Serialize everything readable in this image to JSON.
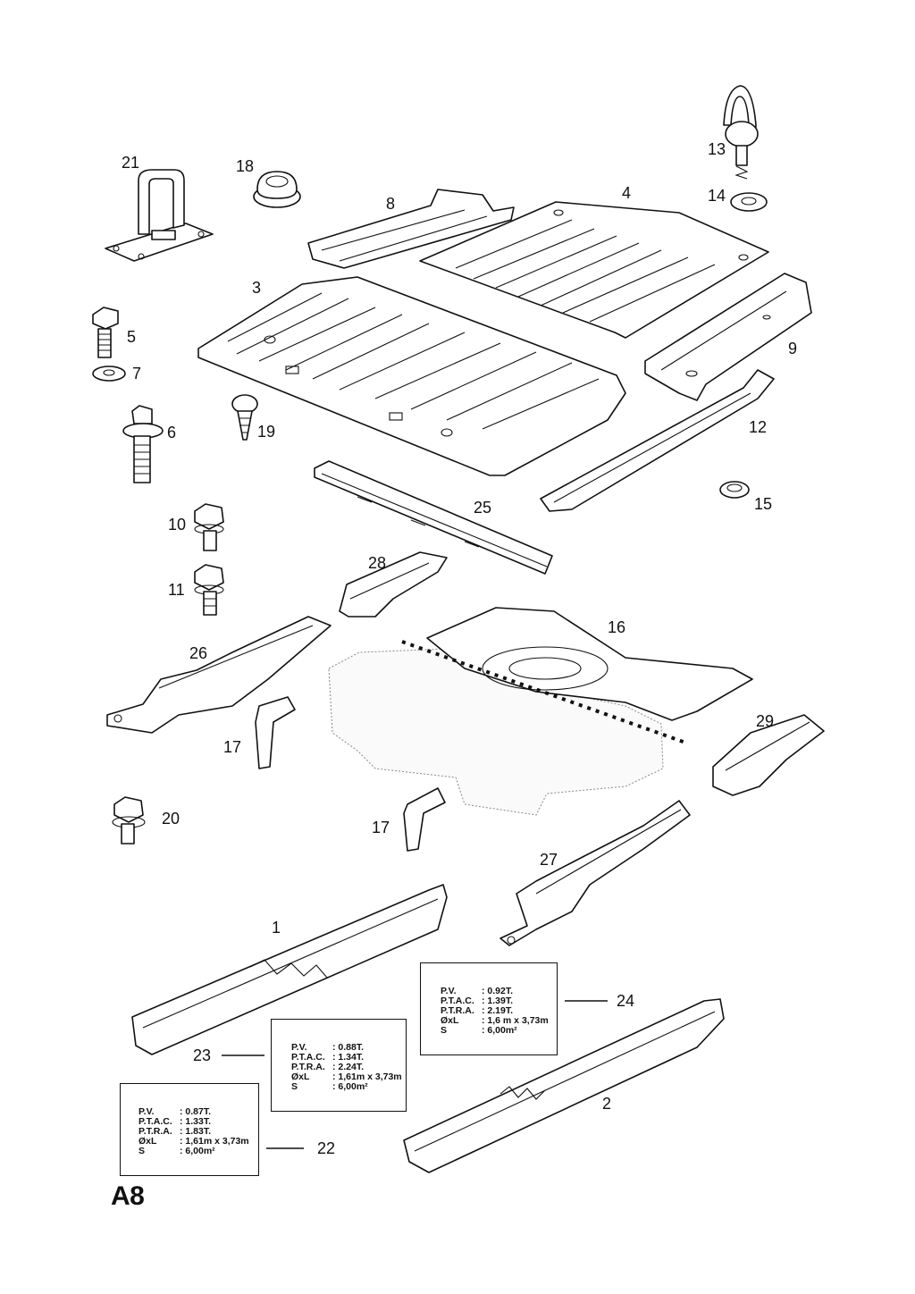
{
  "page_label": "A8",
  "callouts": {
    "c1": "1",
    "c2": "2",
    "c3": "3",
    "c4": "4",
    "c5": "5",
    "c6": "6",
    "c7": "7",
    "c8": "8",
    "c9": "9",
    "c10": "10",
    "c11": "11",
    "c12": "12",
    "c13": "13",
    "c14": "14",
    "c15": "15",
    "c16": "16",
    "c17a": "17",
    "c17b": "17",
    "c18": "18",
    "c19": "19",
    "c20": "20",
    "c21": "21",
    "c22": "22",
    "c23": "23",
    "c24": "24",
    "c25": "25",
    "c26": "26",
    "c27": "27",
    "c28": "28",
    "c29": "29"
  },
  "plates": {
    "p22": {
      "rows": [
        {
          "k": "P.V.",
          "v": ": 0.87T."
        },
        {
          "k": "P.T.A.C.",
          "v": ": 1.33T."
        },
        {
          "k": "P.T.R.A.",
          "v": ": 1.83T."
        },
        {
          "k": "ØxL",
          "v": ": 1,61m x 3,73m"
        },
        {
          "k": "S",
          "v": ": 6,00m²"
        }
      ]
    },
    "p23": {
      "rows": [
        {
          "k": "P.V.",
          "v": ": 0.88T."
        },
        {
          "k": "P.T.A.C.",
          "v": ": 1.34T."
        },
        {
          "k": "P.T.R.A.",
          "v": ": 2.24T."
        },
        {
          "k": "ØxL",
          "v": ": 1,61m x 3,73m"
        },
        {
          "k": "S",
          "v": ": 6,00m²"
        }
      ]
    },
    "p24": {
      "rows": [
        {
          "k": "P.V.",
          "v": ": 0.92T."
        },
        {
          "k": "P.T.A.C.",
          "v": ": 1.39T."
        },
        {
          "k": "P.T.R.A.",
          "v": ": 2.19T."
        },
        {
          "k": "ØxL",
          "v": ": 1,6 m x 3,73m"
        },
        {
          "k": "S",
          "v": ": 6,00m²"
        }
      ]
    }
  }
}
